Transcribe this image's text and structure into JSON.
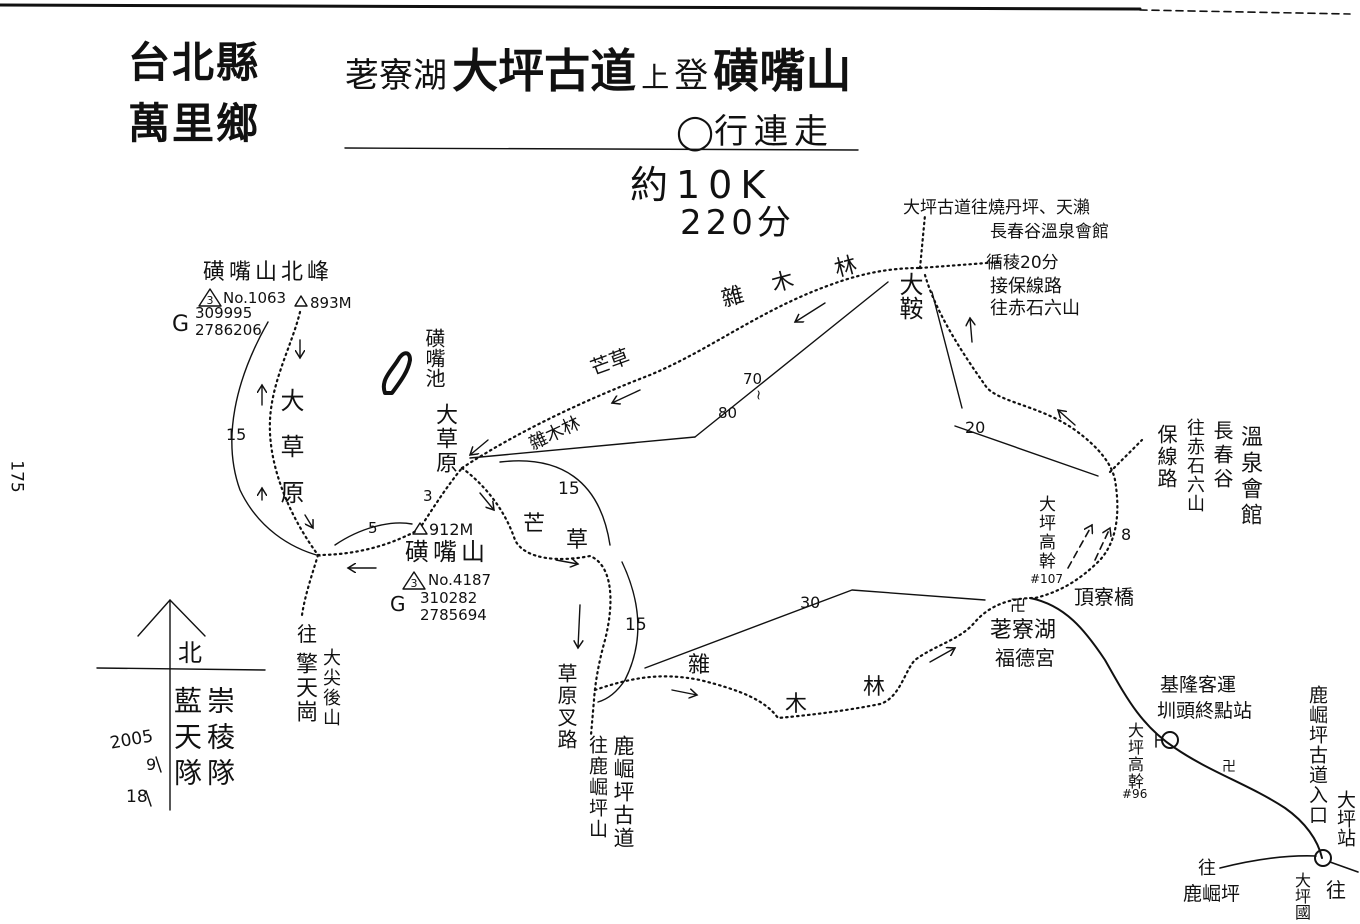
{
  "colors": {
    "ink": "#111111",
    "paper": "#ffffff"
  },
  "header": {
    "county": "台北縣",
    "township": "萬里鄉",
    "title": {
      "a": "荖寮湖",
      "b": "大坪古道",
      "c": "上",
      "d": "登",
      "e": "磺嘴山"
    },
    "route": {
      "mark": "◯",
      "text": "行連走"
    },
    "distance": "約10K",
    "time": "220分"
  },
  "north_peak": {
    "name": "磺嘴山北峰",
    "benchmark_class": "3",
    "benchmark_no": "No.1063",
    "elevation": "893M",
    "grid_label": "G",
    "grid_x": "309995",
    "grid_y": "2786206"
  },
  "main_peak": {
    "elevation": "912M",
    "name": "磺嘴山",
    "benchmark_class": "3",
    "benchmark_no": "No.4187",
    "grid_label": "G",
    "grid_x": "310282",
    "grid_y": "2785694"
  },
  "places": {
    "pond": "磺嘴池",
    "saddle": "大鞍",
    "grassland_upper": "大草原",
    "grassland_left": "大草原",
    "grass_fork": "草原叉路",
    "temple_mark": "卍",
    "temple_area": "荖寮湖",
    "temple_name": "福德宮",
    "bridge": "頂寮橋",
    "bus_company": "基隆客運",
    "bus_terminal": "圳頭終點站",
    "temple_mark_2": "卍",
    "trailhead": "鹿崛坪古道入口",
    "station": "大坪站"
  },
  "vegetation": {
    "upper_1": "雜",
    "upper_2": "木",
    "upper_3": "林",
    "upper_grass": "芒草",
    "mid_wood": "雜木林",
    "mid_grass_1": "芒",
    "mid_grass_2": "草",
    "lower_1": "雜",
    "lower_2": "木",
    "lower_3": "林"
  },
  "times": {
    "left_ridge": "15",
    "saddle_link": "5",
    "peak_link": "3",
    "east_arc": "15",
    "south_arc": "15",
    "lower_road": "30",
    "east_road": "20",
    "uphill": "8",
    "cross_low": "70",
    "cross_sep": "~",
    "cross_high": "80"
  },
  "directions": {
    "ne_1": "大坪古道往燒丹坪、天瀨",
    "ne_2": "長春谷溫泉會館",
    "e_1": "循稜20分",
    "e_2": "接保線路",
    "e_3": "往赤石六山",
    "col_1": "保線路",
    "col_2": "往赤石六山",
    "col_3": "長春谷",
    "col_4": "溫泉會館",
    "qingtian_to": "往",
    "qingtian": "擎天崗",
    "dajian": "大尖後山",
    "lukuping_mtn": "往鹿崛坪山",
    "lukuping_trail": "鹿崛坪古道",
    "school_to": "往",
    "school": "大坪國",
    "lukuping_to": "往",
    "lukuping": "鹿崛坪"
  },
  "markers": {
    "pole_107": "大坪高幹",
    "pole_107_no": "#107",
    "pole_96": "大坪高幹",
    "pole_96_no": "#96"
  },
  "compass": {
    "north": "北"
  },
  "credits": {
    "team_1": "藍天隊",
    "team_2": "崇稜隊",
    "year": "2005",
    "month": "9",
    "day": "18"
  },
  "page_number": "175"
}
